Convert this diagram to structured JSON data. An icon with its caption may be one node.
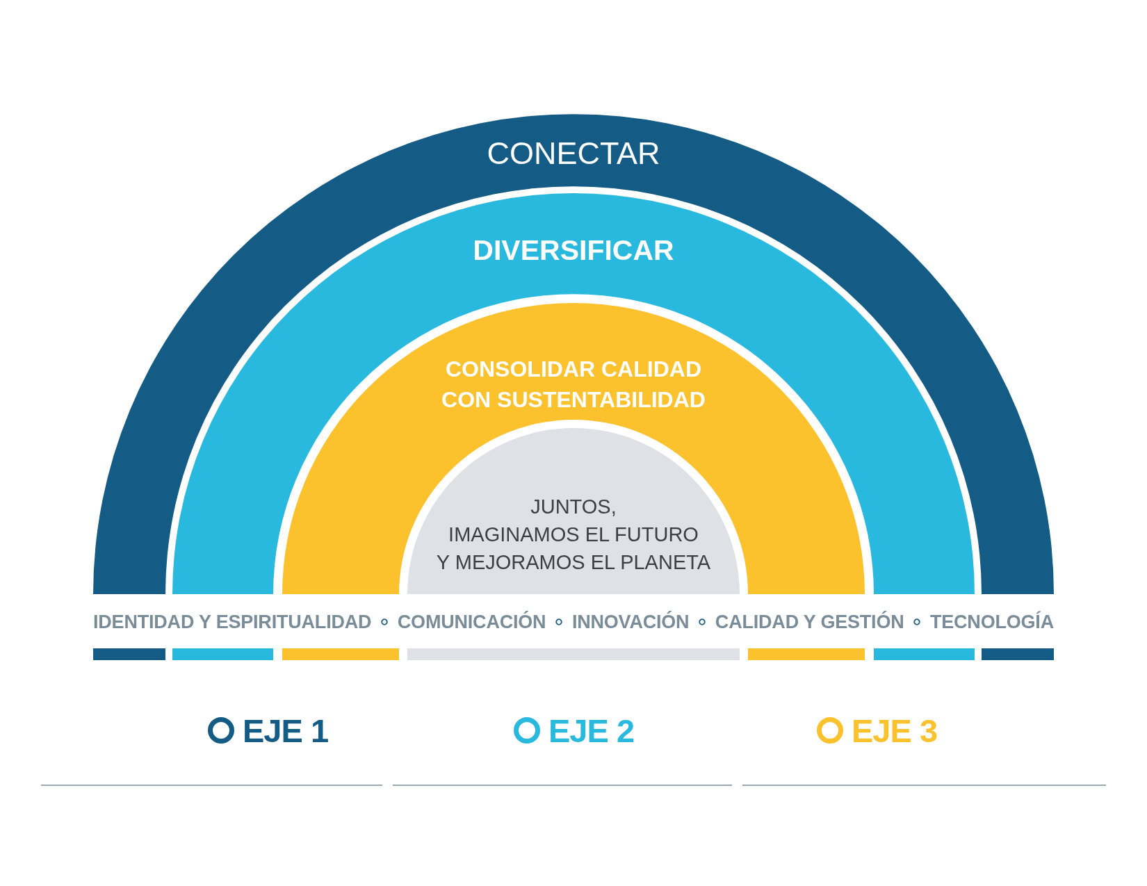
{
  "diagram": {
    "nodes": [
      {
        "text": [
          "CONECTAR"
        ]
      },
      {
        "text": [
          "DIVERSIFICAR"
        ],
        "in": 0
      },
      {
        "text": [
          "CONSOLIDAR CALIDAD CON SUSTENTABILIDAD"
        ],
        "in": 1
      },
      {
        "text": [
          "JUNTOS, IMAGINAMOS EL FUTURO Y MEJORAMOS EL PLANETA"
        ],
        "in": 2
      }
    ],
    "labels": [
      "IDENTIDAD Y ESPIRITUALIDAD",
      "COMUNICACIÓN",
      "INNOVACIÓN",
      "CALIDAD Y GESTIÓN",
      "TECNOLOGÍA"
    ],
    "legend": [
      {
        "text": "EJE 1",
        "color": "#145b86"
      },
      {
        "text": "EJE 2",
        "color": "#29b9de"
      },
      {
        "text": "EJE 3",
        "color": "#fbc22d"
      }
    ]
  }
}
